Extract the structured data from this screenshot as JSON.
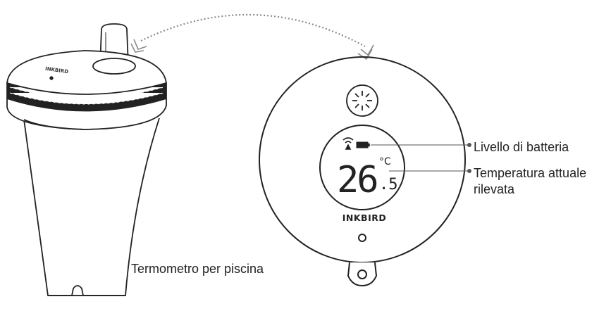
{
  "labels": {
    "float_thermometer": "Termometro per piscina",
    "battery_level": "Livello di batteria",
    "current_temp_line1": "Temperatura attuale",
    "current_temp_line2": "rilevata"
  },
  "display": {
    "brand": "INKBIRD",
    "temperature_integer": "26",
    "temperature_decimal": ".5",
    "unit": "°C"
  },
  "float": {
    "brand": "INKBIRD"
  },
  "colors": {
    "stroke": "#222222",
    "dotted_link": "#8a8a8a",
    "background": "#ffffff"
  },
  "icons": [
    "wifi-signal-icon",
    "battery-icon",
    "sun-sensor-icon",
    "wireless-link-arrow-icon"
  ]
}
